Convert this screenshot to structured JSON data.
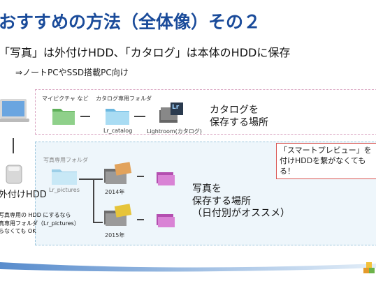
{
  "slide": {
    "title": "おすすめの方法（全体像）その２",
    "bullet": "「写真」は外付けHDD、「カタログ」は本体のHDDに保存",
    "sub": "⇒ノートPCやSSD搭載PC向け"
  },
  "top_section": {
    "folder1_label": "マイピクチャ など",
    "folder2_label": "カタログ専用フォルダ",
    "catalog_name": "Lr_catalog",
    "lightroom_label": "Lightroom(カタログ)",
    "lr_icon_text": "Lr",
    "caption": "カタログを\n保存する場所"
  },
  "bottom_section": {
    "folder_label": "写真専用フォルダ",
    "pictures_name": "Lr_pictures",
    "year1": "2014年",
    "year2": "2015年",
    "caption": "写真を\n保存する場所\n（日付別がオススメ）"
  },
  "left": {
    "hdd_label": "外付けHDD",
    "note": "写真専用の HDD にするなら\n真専用フォルダ（Lr_pictures）\nらなくても OK"
  },
  "callout": {
    "text": "「スマートプレビュー」を\n付けHDDを繋がなくても\nる！"
  },
  "colors": {
    "title": "#1a4b9a",
    "pink_border": "#d9a3c0",
    "blue_border": "#9cc6dd",
    "blue_fill": "#eef6fb",
    "callout_border": "#d9534f",
    "green_folder": "#7cc576",
    "blue_folder": "#9fd3ef",
    "purple_folder": "#c56fc2"
  }
}
